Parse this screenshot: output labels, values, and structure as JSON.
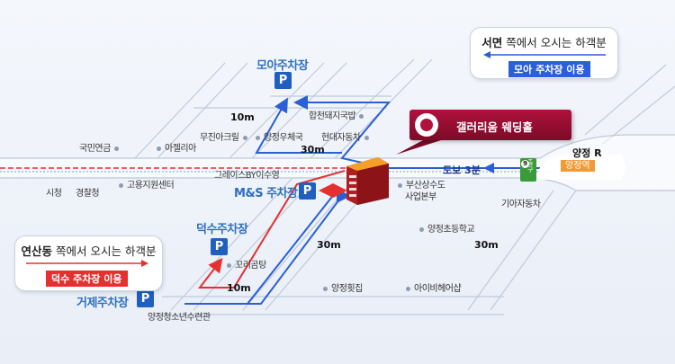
{
  "parkings": {
    "moa": "모아주차장",
    "ms": "M&S 주차장",
    "duksu": "덕수주차장",
    "geoje": "거제주차장",
    "p": "P"
  },
  "venue": "갤러리움 웨딩홀",
  "seomyeon_card": {
    "strong": "서면",
    "rest": " 쪽에서 오시는 하객분",
    "tag": "모아 주차장 이용",
    "tag_color": "#2a5fd6"
  },
  "yeonsan_card": {
    "strong": "연산동",
    "rest": " 쪽에서 오시는 하객분",
    "tag": "덕수 주차장 이용",
    "tag_color": "#e53030"
  },
  "station": {
    "name": "양정 R",
    "badge": "양정역",
    "exit_number": "9",
    "exit_label": "출구",
    "walk": "도보 3분"
  },
  "landmarks": {
    "gukmin": "국민연금",
    "ajelia": "아젤리아",
    "mujin": "무진아크릴",
    "yangjeong_woo": "양정우체국",
    "hyundai": "현대자동차",
    "hapcheon": "합천돼지국밥",
    "sicheong": "시청",
    "gyeongchal": "경찰청",
    "goyong": "고용지원센터",
    "grace": "그레이스BY이수영",
    "busan_water": "부산상수도",
    "busan_water2": "사업본부",
    "kia": "기아자동차",
    "yangjeong_school": "양정초등학교",
    "kkori": "꼬리곰탕",
    "yangjeong_hoet": "양정횟집",
    "ivy": "아이비헤어샵",
    "youth_center": "양정청소년수련관"
  },
  "distances": {
    "d1": "10m",
    "d2": "30m",
    "d3": "30m",
    "d4": "30m",
    "d5": "10m"
  },
  "colors": {
    "route_blue": "#2a5fd6",
    "route_red": "#e53030",
    "road": "#c7d2e3"
  }
}
